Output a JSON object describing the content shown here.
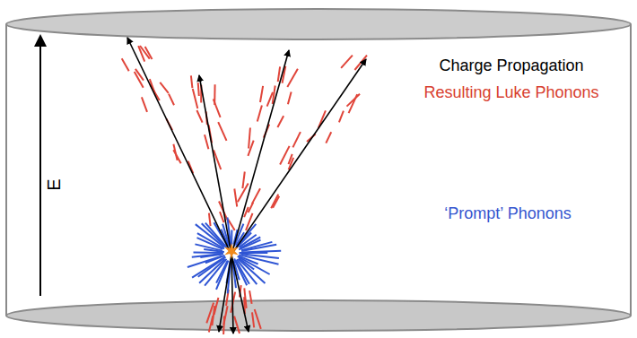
{
  "diagram": {
    "labels": [
      "E",
      "Charge Propagation",
      "Resulting Luke Phonons",
      "‘Prompt’ Phonons"
    ]
  }
}
